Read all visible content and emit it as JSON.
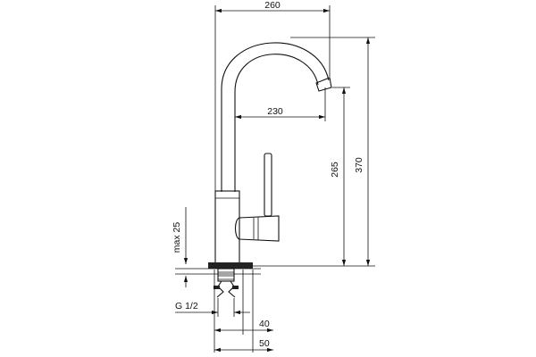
{
  "dimensions": {
    "overall_reach": "260",
    "spout_reach": "230",
    "spout_height": "265",
    "overall_height": "370",
    "max_deck_thickness": "max 25",
    "connection_thread": "G 1/2",
    "base_inner_diameter": "40",
    "base_outer_diameter": "50"
  }
}
